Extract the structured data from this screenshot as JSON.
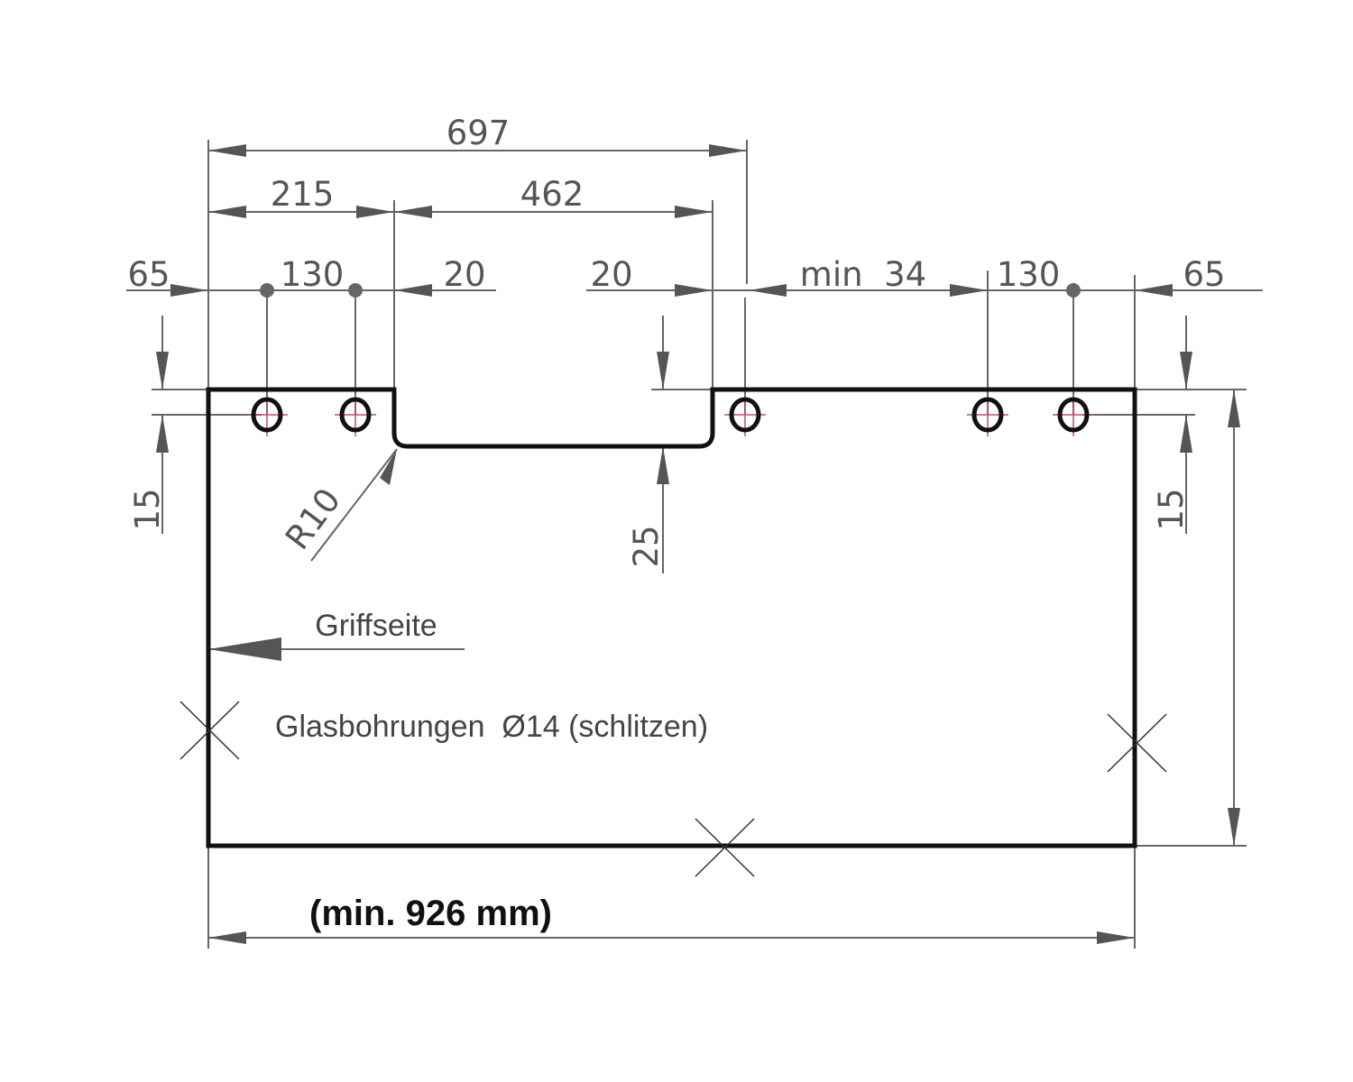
{
  "drawing": {
    "dimensions": {
      "total_top": "697",
      "left_segment": "215",
      "notch_width": "462",
      "left_edge_offset": "65",
      "left_hole_spacing": "130",
      "left_notch_gap": "20",
      "right_notch_gap": "20",
      "min_gap": "min  34",
      "right_hole_spacing": "130",
      "right_edge_offset": "65",
      "left_hole_depth": "15",
      "notch_depth": "25",
      "right_hole_depth": "15",
      "notch_radius": "R10"
    },
    "handle_side_label": "Griffseite",
    "hole_note": "Glasbohrungen  Ø14 (schlitzen)",
    "overall_width": "(min. 926 mm)",
    "colors": {
      "outline": "#111111",
      "dimension": "#555555",
      "centerline": "#c0506a"
    }
  }
}
